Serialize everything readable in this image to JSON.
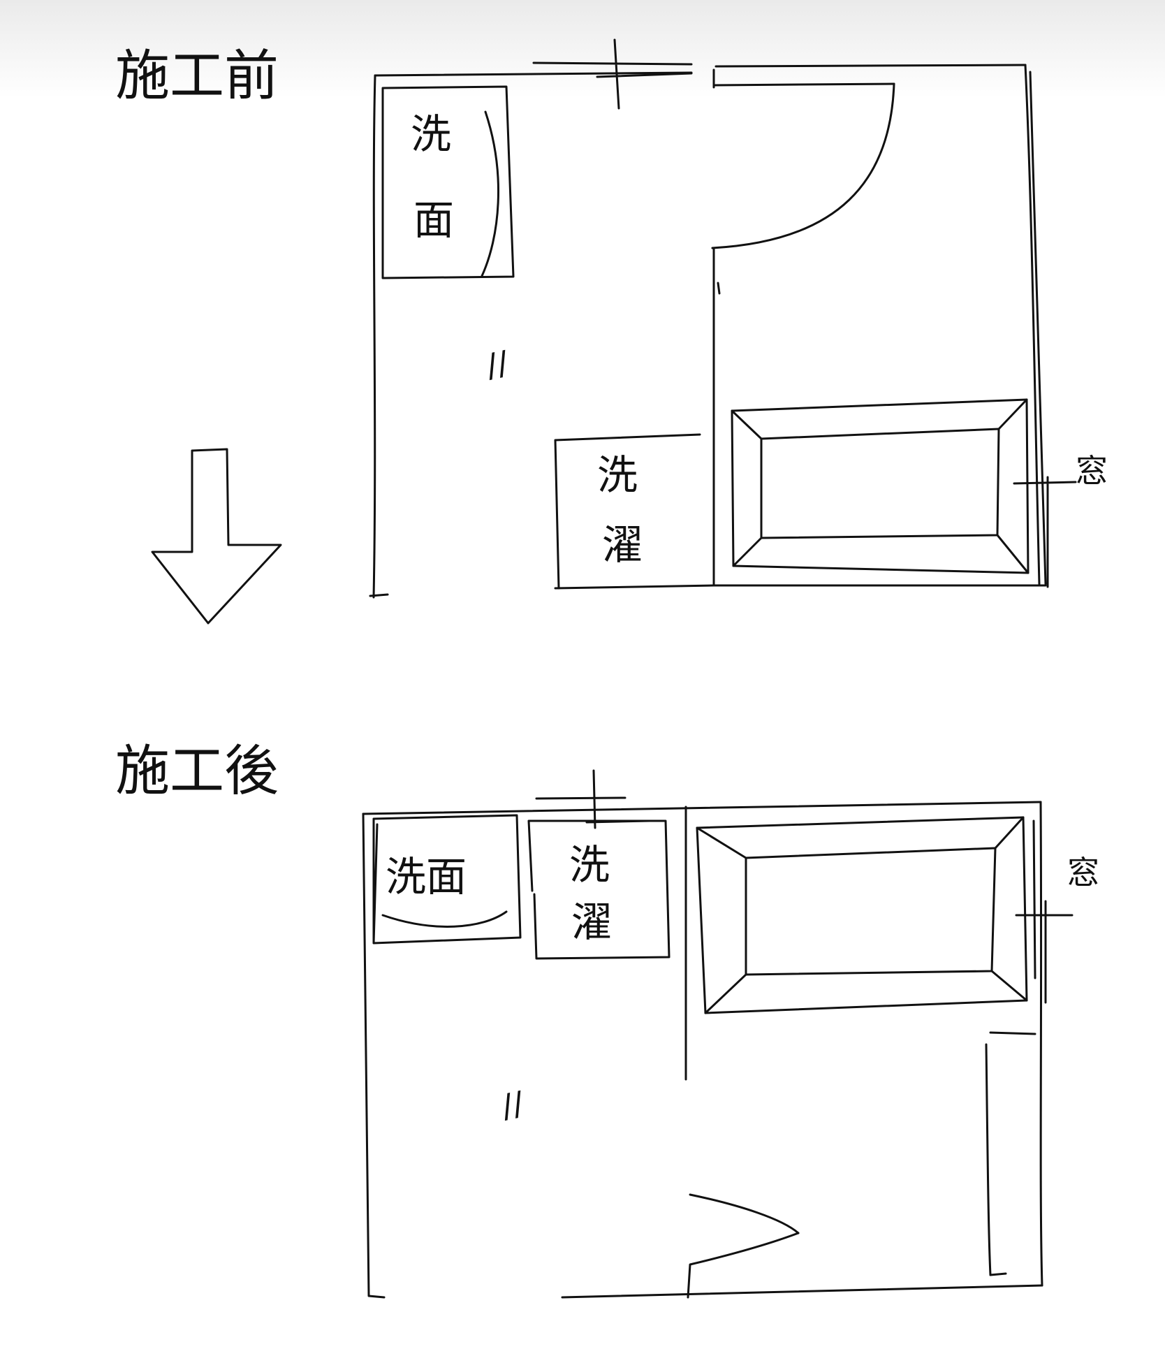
{
  "before": {
    "heading": "施工前",
    "washbasin": [
      "洗",
      "面"
    ],
    "laundry": [
      "洗",
      "濯"
    ],
    "window": "窓",
    "mark": "//"
  },
  "after": {
    "heading": "施工後",
    "washbasin": "洗面",
    "laundry": [
      "洗",
      "濯"
    ],
    "window": "窓",
    "mark": "//"
  }
}
